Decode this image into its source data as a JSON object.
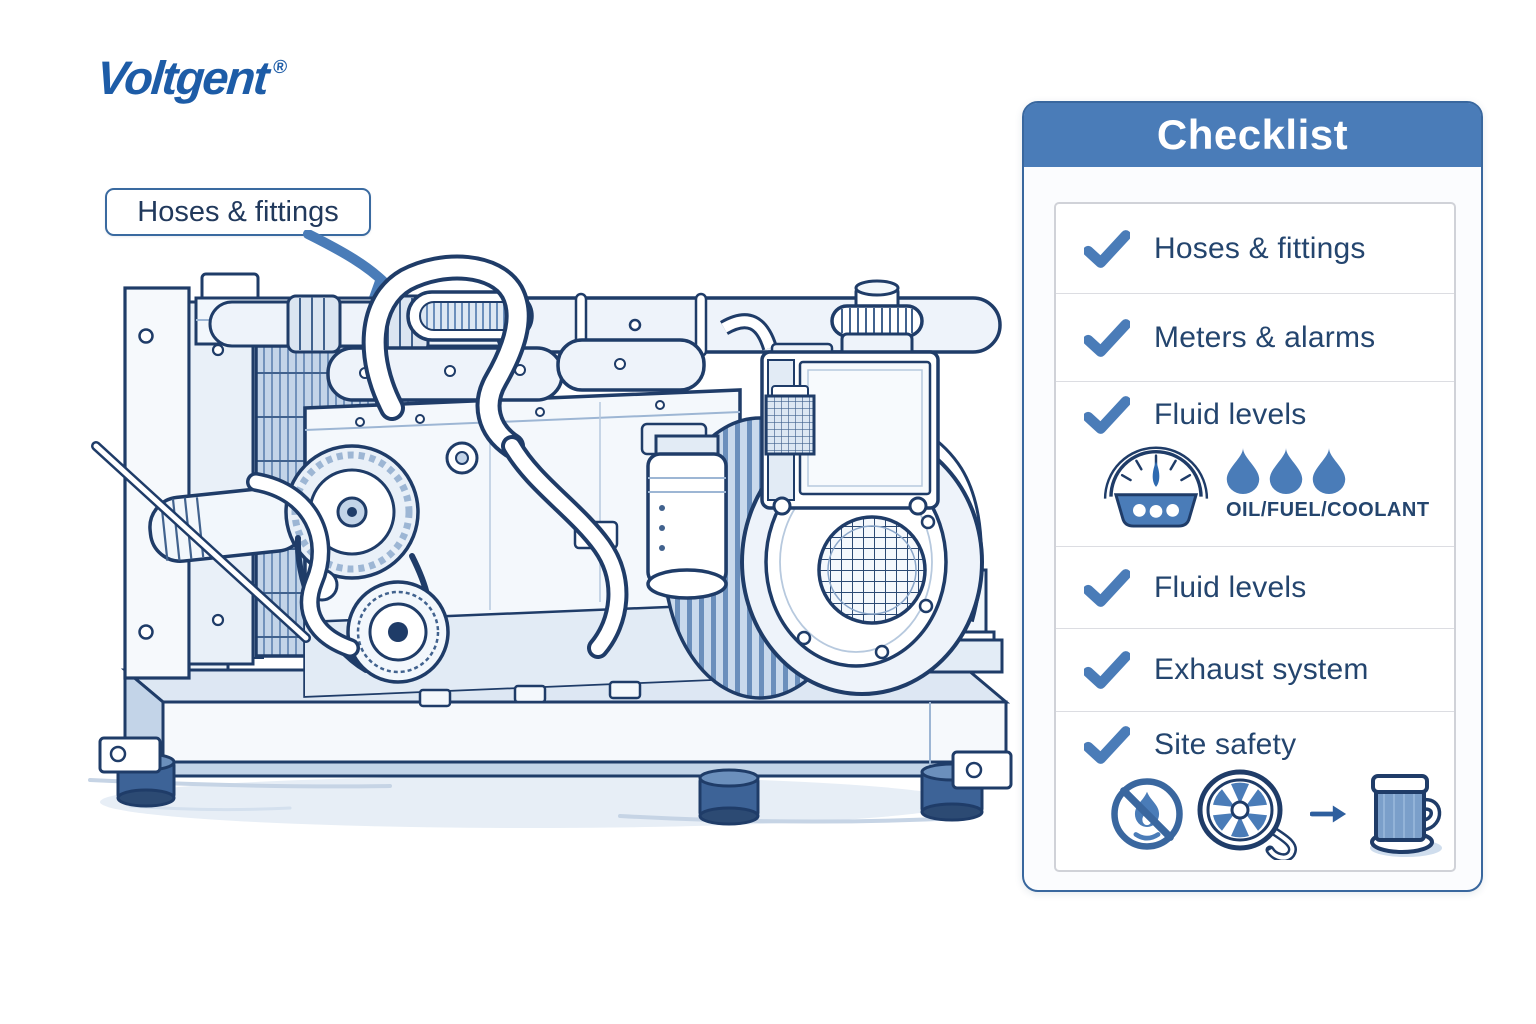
{
  "brand": {
    "logo_text": "Voltgent",
    "registered_mark": "®"
  },
  "colors": {
    "accent_blue": "#4a7cb8",
    "outline_navy": "#1f3c68",
    "text_navy": "#24456e",
    "logo_blue": "#1d5ca7"
  },
  "callout": {
    "label": "Hoses & fittings"
  },
  "illustration": {
    "alt": "Line-art diesel generator set on a skid base",
    "parts": [
      "radiator",
      "coolant-hoses",
      "engine-block",
      "valve-covers",
      "fuel-filter",
      "belt-and-pulleys",
      "alternator",
      "control-box",
      "filler-cap",
      "base-skid",
      "vibration-feet"
    ]
  },
  "checklist": {
    "title": "Checklist",
    "items": [
      {
        "label": "Hoses & fittings"
      },
      {
        "label": "Meters & alarms"
      },
      {
        "label": "Fluid levels",
        "caption": "OIL/FUEL/COOLANT",
        "icons": [
          "gauge-icon",
          "oil-drop-icon",
          "fuel-drop-icon",
          "coolant-drop-icon"
        ]
      },
      {
        "label": "Fluid levels"
      },
      {
        "label": "Exhaust system"
      },
      {
        "label": "Site safety",
        "icons": [
          "no-open-flame-icon",
          "ventilation-fan-icon",
          "arrow-right-icon",
          "fuel-can-icon"
        ]
      }
    ]
  }
}
